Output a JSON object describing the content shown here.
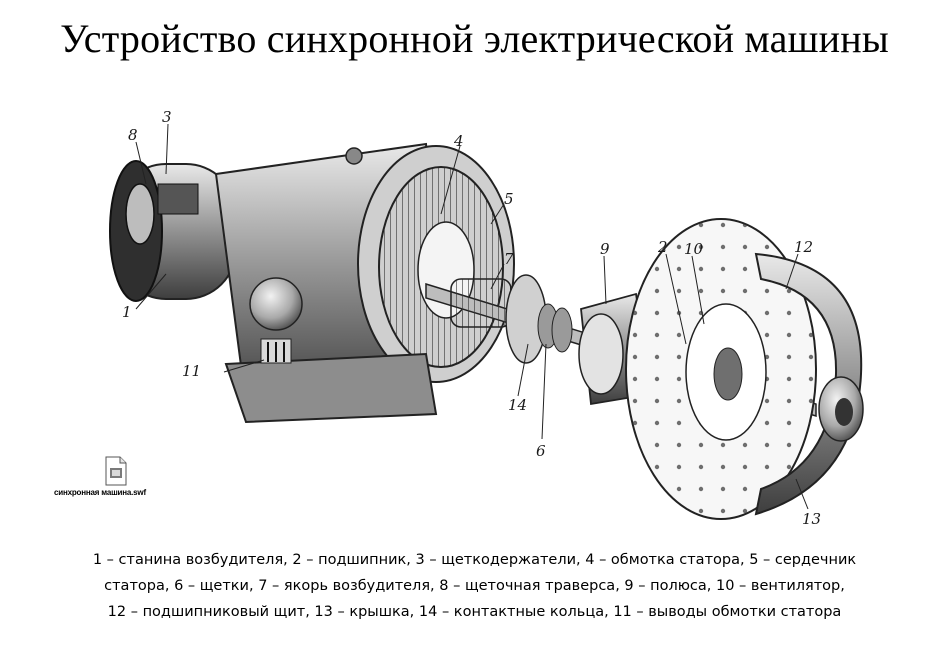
{
  "slide": {
    "title": "Устройство синхронной электрической машины"
  },
  "figure": {
    "part_labels": [
      "1",
      "2",
      "3",
      "4",
      "5",
      "6",
      "7",
      "8",
      "9",
      "10",
      "11",
      "12",
      "13",
      "14"
    ]
  },
  "attachment": {
    "icon": "flash-file-icon",
    "file_name": "синхронная машина.swf"
  },
  "legend": {
    "lines": [
      "1 –  станина возбудителя, 2 –  подшипник, 3 – щеткодержатели, 4 – обмотка статора, 5 – сердечник",
      "статора, 6 – щетки, 7 – якорь возбудителя, 8 – щеточная траверса, 9 –  полюса, 10 – вентилятор,",
      "12 – подшипниковый щит,   13 –  крышка, 14 –  контактные кольца,   11 – выводы обмотки статора"
    ]
  }
}
